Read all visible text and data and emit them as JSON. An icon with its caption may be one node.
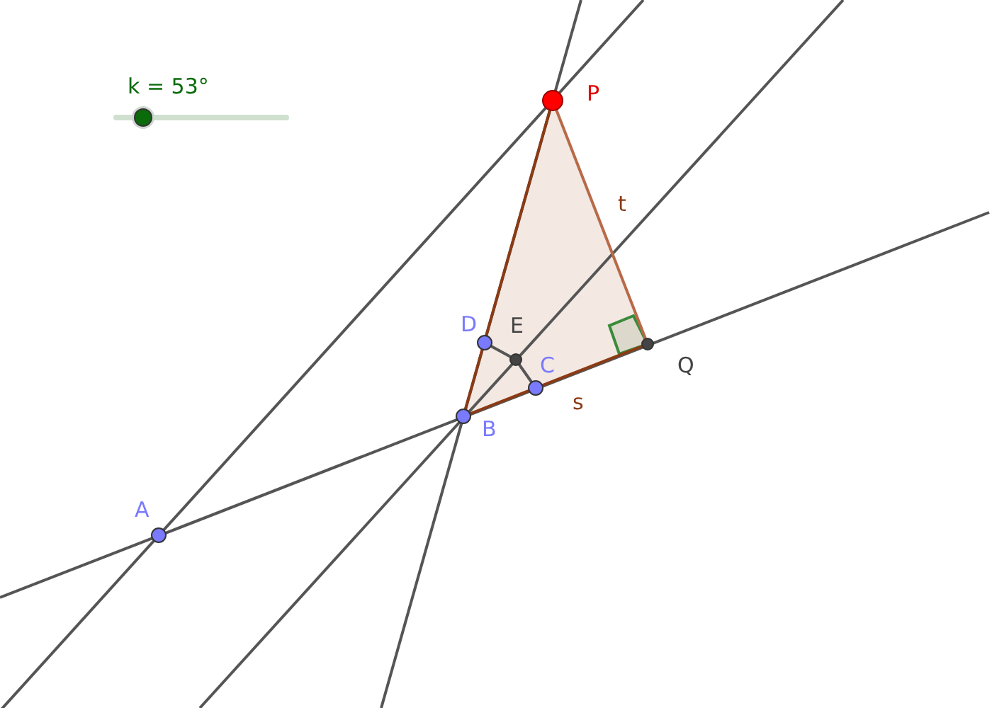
{
  "diagram": {
    "labels": [
      "k = 53°",
      "P",
      "t",
      "D",
      "E",
      "C",
      "Q",
      "s",
      "B",
      "A"
    ]
  }
}
